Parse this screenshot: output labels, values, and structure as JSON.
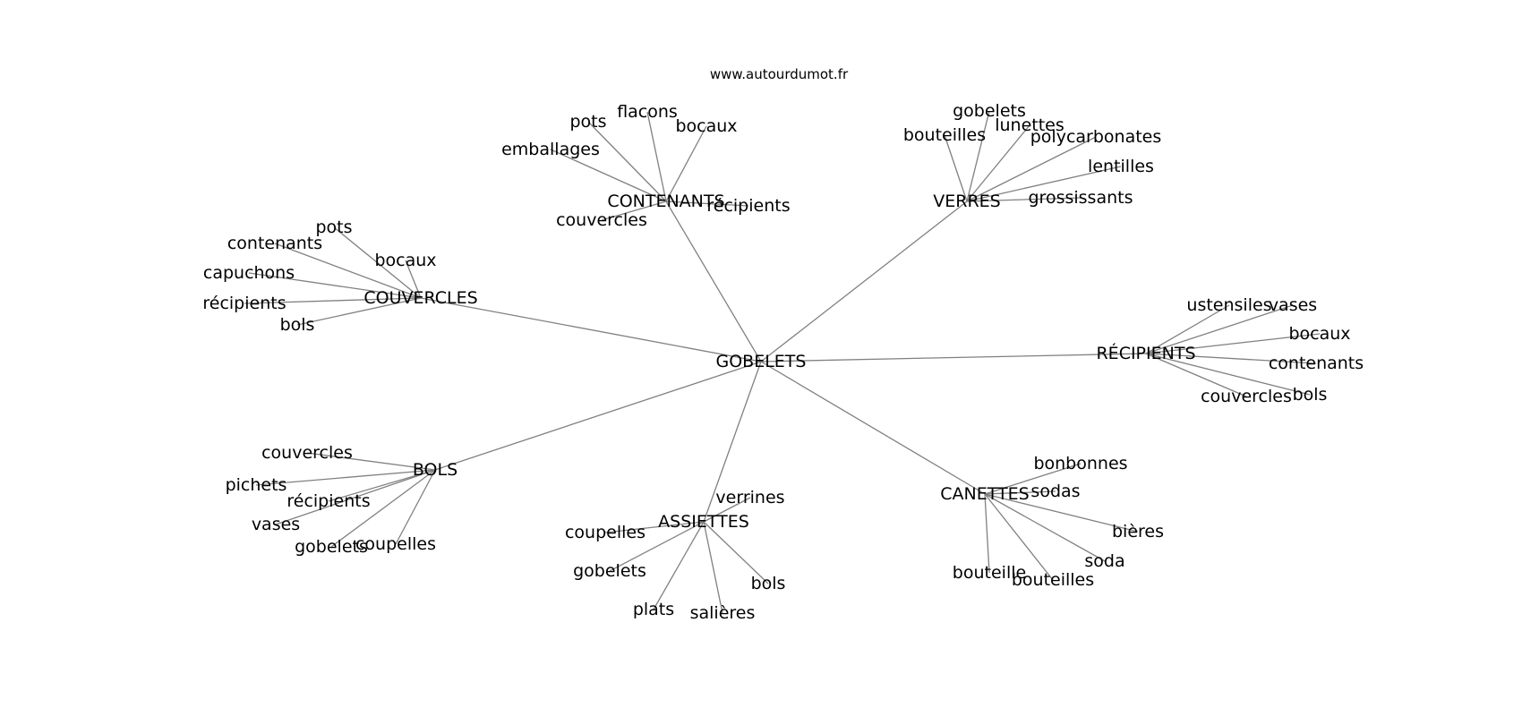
{
  "source": "www.autourdumot.fr",
  "center": {
    "id": "gobelets",
    "label": "GOBELETS"
  },
  "clusters": [
    {
      "id": "contenants",
      "label": "CONTENANTS",
      "leaves": [
        "pots",
        "flacons",
        "bocaux",
        "emballages",
        "couvercles",
        "récipients"
      ]
    },
    {
      "id": "verres",
      "label": "VERRES",
      "leaves": [
        "gobelets",
        "bouteilles",
        "lunettes",
        "polycarbonates",
        "lentilles",
        "grossissants"
      ]
    },
    {
      "id": "couvercles",
      "label": "COUVERCLES",
      "leaves": [
        "pots",
        "contenants",
        "bocaux",
        "capuchons",
        "récipients",
        "bols"
      ]
    },
    {
      "id": "recipients",
      "label": "RÉCIPIENTS",
      "leaves": [
        "ustensiles",
        "vases",
        "bocaux",
        "contenants",
        "couvercles",
        "bols"
      ]
    },
    {
      "id": "bols",
      "label": "BOLS",
      "leaves": [
        "couvercles",
        "pichets",
        "récipients",
        "vases",
        "gobelets",
        "coupelles"
      ]
    },
    {
      "id": "assiettes",
      "label": "ASSIETTES",
      "leaves": [
        "verrines",
        "coupelles",
        "gobelets",
        "bols",
        "plats",
        "salières"
      ]
    },
    {
      "id": "canettes",
      "label": "CANETTES",
      "leaves": [
        "bonbonnes",
        "sodas",
        "bières",
        "soda",
        "bouteille",
        "bouteilles"
      ]
    }
  ]
}
